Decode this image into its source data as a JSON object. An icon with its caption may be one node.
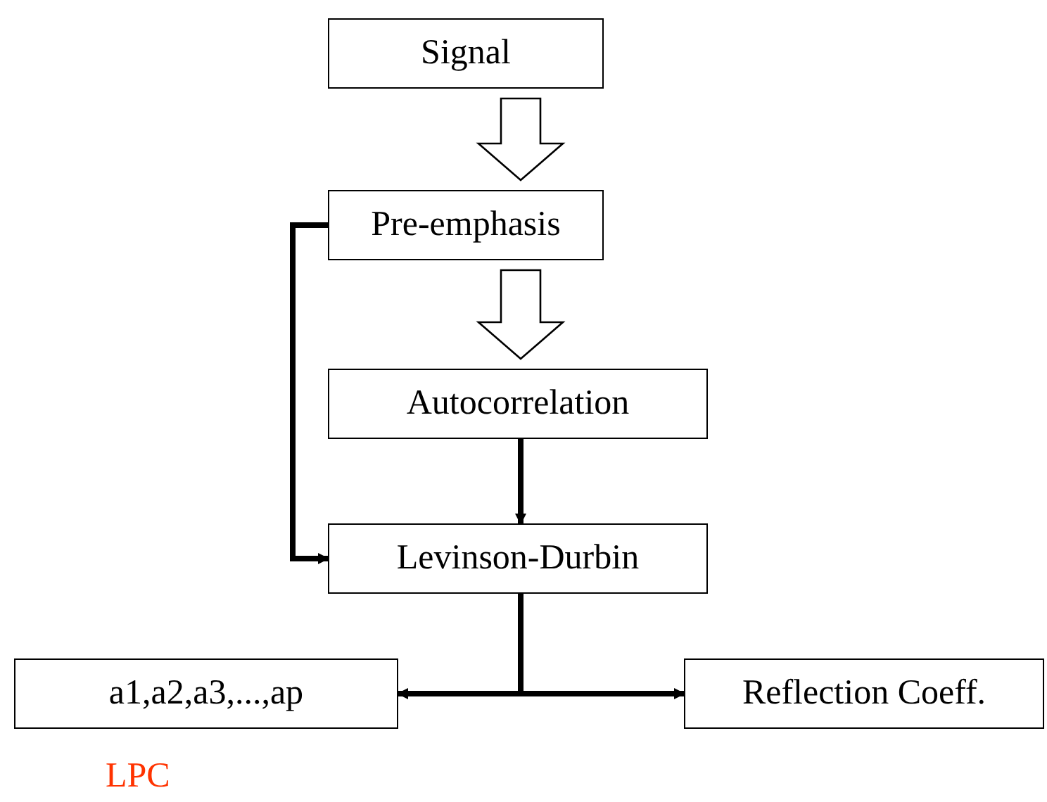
{
  "diagram": {
    "nodes": [
      {
        "text": [
          "Signal"
        ]
      },
      {
        "text": [
          "Pre-emphasis"
        ]
      },
      {
        "text": [
          "Autocorrelation"
        ]
      },
      {
        "text": [
          "Levinson-Durbin"
        ]
      },
      {
        "text": [
          "a1,a2,a3,...,ap"
        ],
        "beside": [
          "LPC"
        ]
      },
      {
        "text": [
          "Reflection Coeff."
        ]
      }
    ],
    "edges": [
      {
        "from": 0,
        "to": 1,
        "arrow": "to",
        "style": "thick"
      },
      {
        "from": 1,
        "to": 2,
        "arrow": "to",
        "style": "thick"
      },
      {
        "from": 2,
        "to": 3,
        "arrow": "to"
      },
      {
        "from": 1,
        "to": 3,
        "arrow": "to"
      },
      {
        "from": 3,
        "to": 4,
        "arrow": "to"
      },
      {
        "from": 3,
        "to": 5,
        "arrow": "to"
      }
    ]
  }
}
